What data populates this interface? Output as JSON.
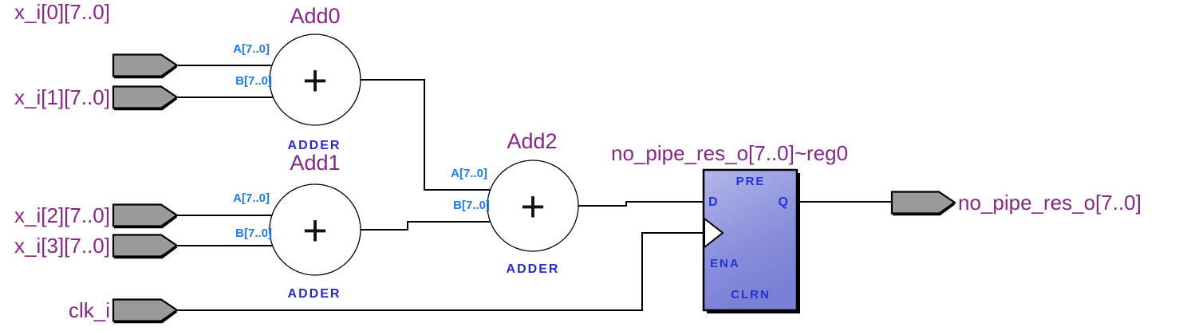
{
  "colors": {
    "name_purple": "#862686",
    "port_blue": "#1e7ce8",
    "type_blue": "#2a2acc",
    "reg_pin_blue": "#2533d4",
    "pin_fill_gray": "#9a9a9a",
    "wire_black": "#000000",
    "register_fill_top": "#b0b5e6",
    "register_fill_bottom": "#7a80d4"
  },
  "inputs": [
    {
      "label": "x_i[0][7..0]"
    },
    {
      "label": "x_i[1][7..0]"
    },
    {
      "label": "x_i[2][7..0]"
    },
    {
      "label": "x_i[3][7..0]"
    },
    {
      "label": "clk_i"
    }
  ],
  "output": {
    "label": "no_pipe_res_o[7..0]"
  },
  "adders": [
    {
      "name": "Add0",
      "type": "ADDER",
      "port_a": "A[7..0]",
      "port_b": "B[7..0]",
      "operator": "+"
    },
    {
      "name": "Add1",
      "type": "ADDER",
      "port_a": "A[7..0]",
      "port_b": "B[7..0]",
      "operator": "+"
    },
    {
      "name": "Add2",
      "type": "ADDER",
      "port_a": "A[7..0]",
      "port_b": "B[7..0]",
      "operator": "+"
    }
  ],
  "register": {
    "name": "no_pipe_res_o[7..0]~reg0",
    "pin_pre": "PRE",
    "pin_d": "D",
    "pin_q": "Q",
    "pin_ena": "ENA",
    "pin_clrn": "CLRN"
  }
}
